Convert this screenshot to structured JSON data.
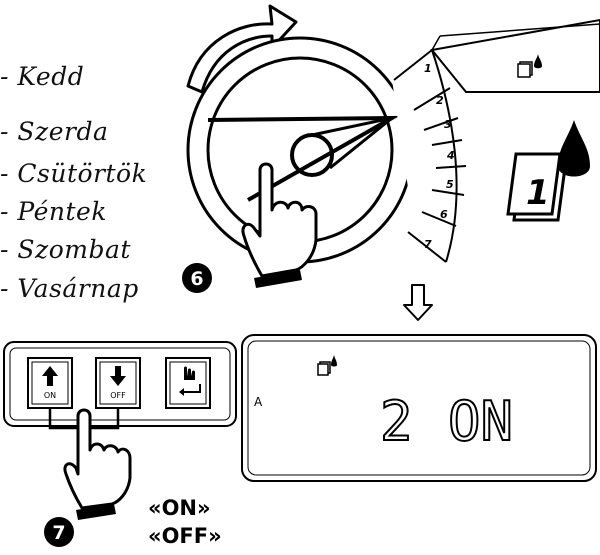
{
  "days": [
    {
      "prefix": "- ",
      "name": "Kedd"
    },
    {
      "prefix": "- ",
      "name": "Szerda"
    },
    {
      "prefix": "- ",
      "name": "Csütörtök"
    },
    {
      "prefix": "- ",
      "name": "Péntek"
    },
    {
      "prefix": "- ",
      "name": "Szombat"
    },
    {
      "prefix": "- ",
      "name": "Vasárnap"
    }
  ],
  "dial_positions": [
    "1",
    "2",
    "3",
    "4",
    "5",
    "6",
    "7"
  ],
  "steps": {
    "six": "6",
    "seven": "7"
  },
  "lcd": {
    "station_label": "A",
    "digit": "2",
    "state": "ON"
  },
  "buttons": {
    "on_label": "ON",
    "off_label": "OFF"
  },
  "commands": {
    "on": "«ON»",
    "off": "«OFF»"
  },
  "icons": [
    "calendar-drop-icon",
    "rotate-arrow-icon",
    "down-arrow-icon",
    "hand-pointer-icon",
    "up-arrow-button-icon",
    "down-arrow-button-icon",
    "enter-button-icon"
  ]
}
